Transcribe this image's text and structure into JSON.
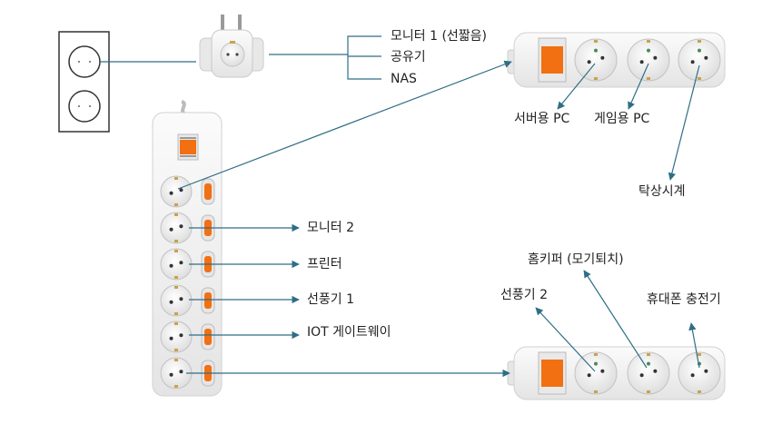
{
  "adapter_outputs": [
    "모니터 1 (선짧음)",
    "공유기",
    "NAS"
  ],
  "main_strip_outputs": [
    "모니터 2",
    "프린터",
    "선풍기 1",
    "IOT 게이트웨이"
  ],
  "top_strip_outputs": [
    "서버용 PC",
    "게임용 PC",
    "탁상시계"
  ],
  "bottom_strip_outputs": [
    "선풍기 2",
    "홈키퍼 (모기퇴치)",
    "휴대폰 충전기"
  ],
  "colors": {
    "connector_line": "#2e6e86",
    "switch_orange": "#f26f12",
    "strip_body": "#f3f3f3",
    "outlet_green": "#4a8a57"
  }
}
